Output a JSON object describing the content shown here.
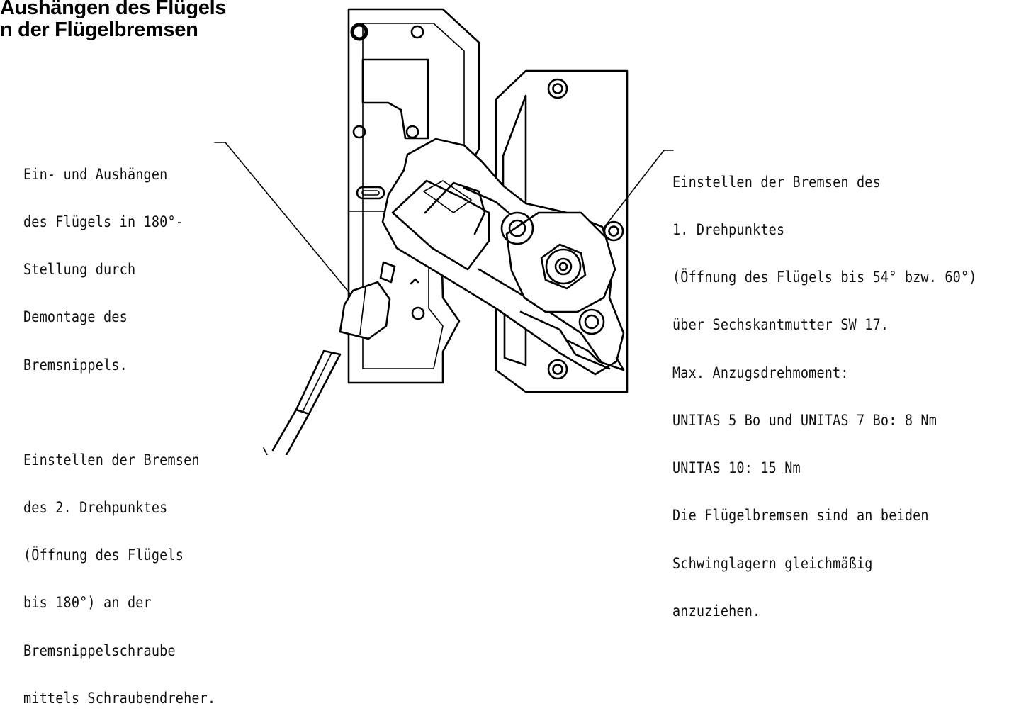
{
  "title": {
    "line1": "Aushängen des Flügels",
    "line2": "n der Flügelbremsen"
  },
  "left_notes": {
    "block1": [
      "Ein- und Aushängen",
      "des Flügels in 180°-",
      "Stellung durch",
      "Demontage des",
      "Bremsnippels."
    ],
    "block2": [
      "Einstellen der Bremsen",
      "des 2. Drehpunktes",
      "(Öffnung des Flügels",
      "bis 180°) an der",
      "Bremsnippelschraube",
      "mittels Schraubendreher."
    ]
  },
  "right_notes": [
    "Einstellen der Bremsen des",
    "1. Drehpunktes",
    "(Öffnung des Flügels bis 54° bzw. 60°)",
    "über Sechskantmutter SW 17.",
    "Max. Anzugsdrehmoment:",
    "UNITAS 5 Bo und UNITAS 7 Bo: 8 Nm",
    "UNITAS 10: 15 Nm",
    "Die Flügelbremsen sind an beiden",
    "Schwinglagern gleichmäßig",
    "anzuziehen."
  ],
  "drawing": {
    "stroke_color": "#000000",
    "background": "#ffffff"
  }
}
